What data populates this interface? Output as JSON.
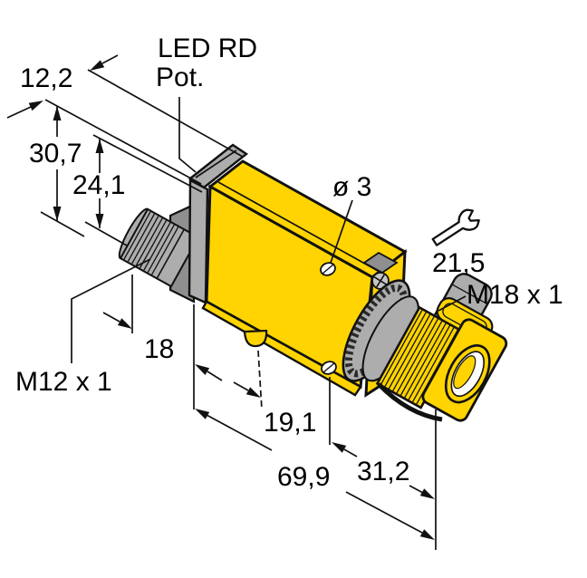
{
  "drawing": {
    "title": "sensor-dimension-drawing",
    "labels": {
      "dim_top_width": "12,2",
      "led_label": "LED RD",
      "pot_label": "Pot.",
      "dim_total_height": "30,7",
      "dim_body_height": "24,1",
      "dim_hole_diameter": "ø 3",
      "dim_wrench_size": "21,5",
      "thread_front": "M18 x 1",
      "thread_connector": "M12 x 1",
      "dim_connector_length": "18",
      "dim_tab_offset": "19,1",
      "dim_overall_length": "69,9",
      "dim_head_length": "31,2"
    },
    "colors": {
      "body_yellow": "#FFD400",
      "metal_gray": "#ADADAD",
      "metal_gray_dark": "#8F8F8F",
      "outline_black": "#111111",
      "background": "#FFFFFF"
    },
    "icons": {
      "wrench": "wrench-icon"
    }
  }
}
